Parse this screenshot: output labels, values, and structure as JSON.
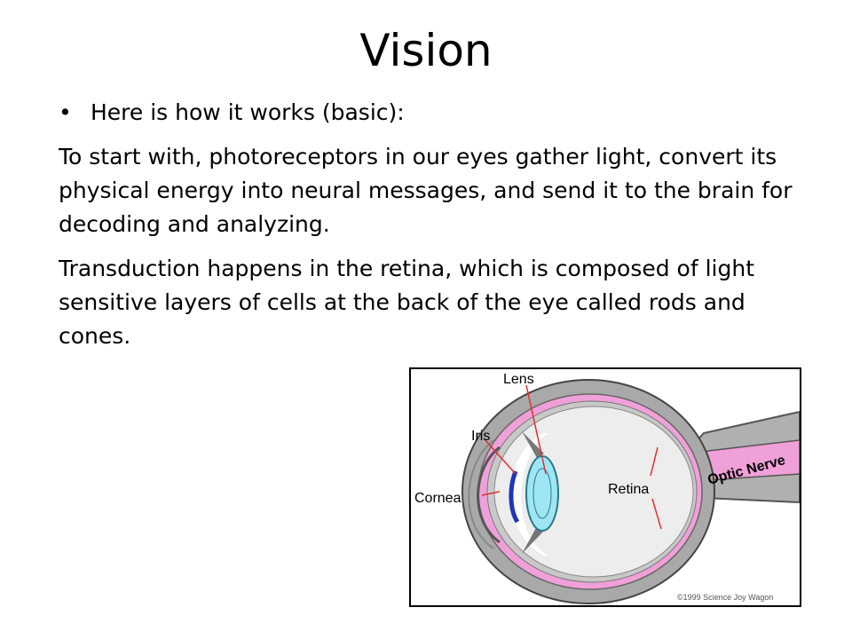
{
  "slide": {
    "title": "Vision",
    "bullet": "Here is how it works (basic):",
    "paragraphs": [
      "To start with, photoreceptors in our eyes gather light, convert its physical energy into neural messages, and send it to the brain for decoding and analyzing.",
      "Transduction happens in the retina, which is composed of light sensitive layers of cells at the back of the eye called rods and cones."
    ]
  },
  "figure": {
    "labels": {
      "lens": "Lens",
      "iris": "Iris",
      "cornea": "Cornea",
      "retina": "Retina",
      "optic_nerve": "Optic Nerve"
    },
    "copyright": "©1999 Science Joy Wagon",
    "colors": {
      "sclera": "#a9a9a9",
      "retina": "#f0a0d8",
      "lens": "#9fe6f5",
      "iris": "#2233bb",
      "leader_lines": "#e03030"
    }
  }
}
